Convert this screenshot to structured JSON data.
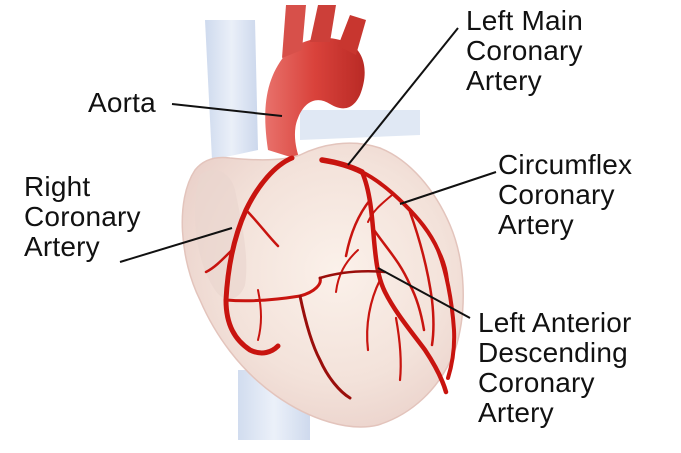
{
  "labels": {
    "aorta": "Aorta",
    "left_main": [
      "Left Main",
      "Coronary",
      "Artery"
    ],
    "right_coronary": [
      "Right",
      "Coronary",
      "Artery"
    ],
    "circumflex": [
      "Circumflex",
      "Coronary",
      "Artery"
    ],
    "lad": [
      "Left Anterior",
      "Descending",
      "Coronary",
      "Artery"
    ]
  },
  "colors": {
    "artery": "#c8140f",
    "artery_dark": "#8e0c0a",
    "aorta": "#d9423b",
    "heart_fill": "#f2e4de",
    "vessel_blue": "#d7e2f2",
    "leader": "#111111"
  }
}
